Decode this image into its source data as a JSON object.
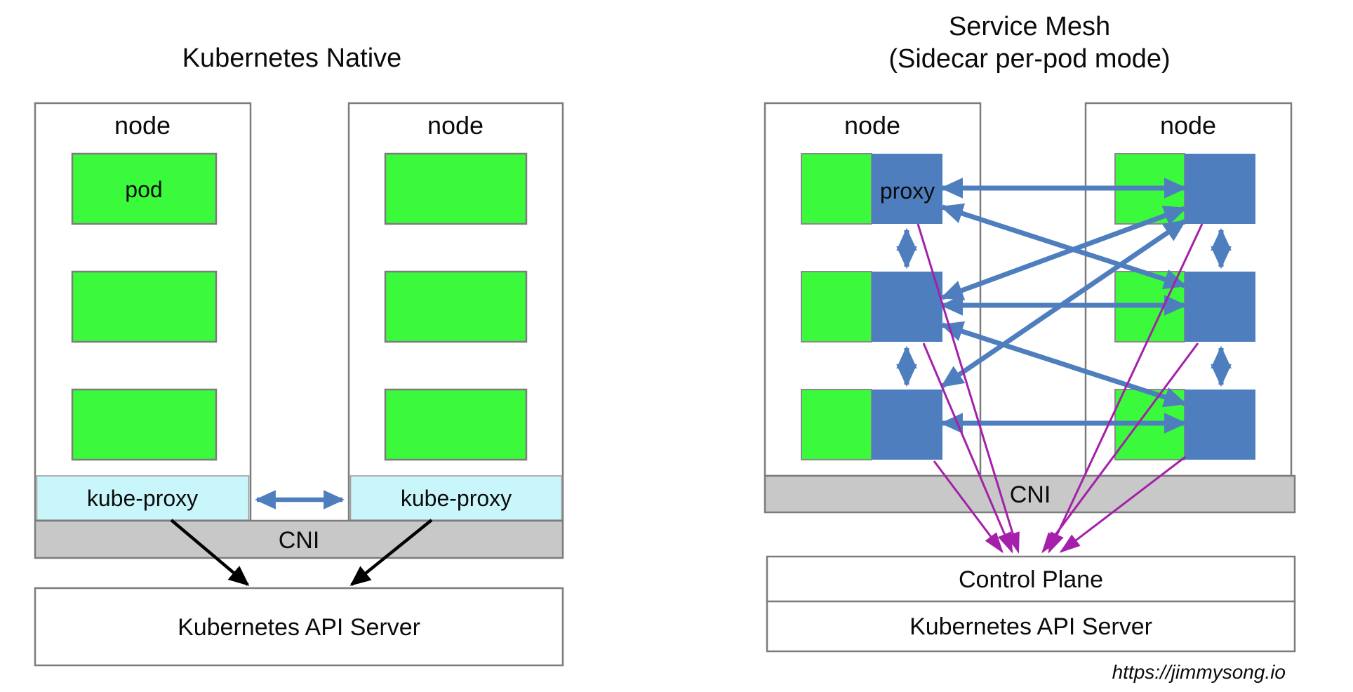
{
  "left_panel": {
    "title": "Kubernetes Native",
    "node_label": "node",
    "pod_label": "pod",
    "kube_proxy_label": "kube-proxy",
    "cni_label": "CNI",
    "api_server_label": "Kubernetes API Server",
    "nodes": 2,
    "pods_per_node": 3,
    "connections": [
      "kube-proxy <-> kube-proxy",
      "kube-proxy -> Kubernetes API Server",
      "kube-proxy -> Kubernetes API Server"
    ]
  },
  "right_panel": {
    "title_line1": "Service Mesh",
    "title_line2": "(Sidecar per-pod mode)",
    "node_label": "node",
    "proxy_label": "proxy",
    "cni_label": "CNI",
    "control_plane_label": "Control Plane",
    "api_server_label": "Kubernetes API Server",
    "nodes": 2,
    "pods_per_node": 3,
    "pod_structure": "green app container + blue sidecar proxy",
    "mesh_links": [
      [
        "L1",
        "R1"
      ],
      [
        "L2",
        "R2"
      ],
      [
        "L3",
        "R3"
      ],
      [
        "L1",
        "R2"
      ],
      [
        "L2",
        "R1"
      ],
      [
        "L2",
        "R3"
      ],
      [
        "L3",
        "R1"
      ]
    ],
    "intra_node_links": [
      [
        "L1",
        "L2"
      ],
      [
        "L2",
        "L3"
      ],
      [
        "R1",
        "R2"
      ],
      [
        "R2",
        "R3"
      ]
    ],
    "control_plane_links_from": [
      "L1",
      "L2",
      "L3",
      "R1",
      "R2",
      "R3"
    ]
  },
  "attribution": "https://jimmysong.io",
  "colors": {
    "pod_green": "#3bfa3c",
    "proxy_blue": "#4e7ebe",
    "kube_proxy_cyan": "#c9f6fb",
    "cni_gray": "#c8c8c8",
    "border_gray": "#7c7c7c",
    "control_link_purple": "#a520aa",
    "api_link_black": "#000000"
  }
}
